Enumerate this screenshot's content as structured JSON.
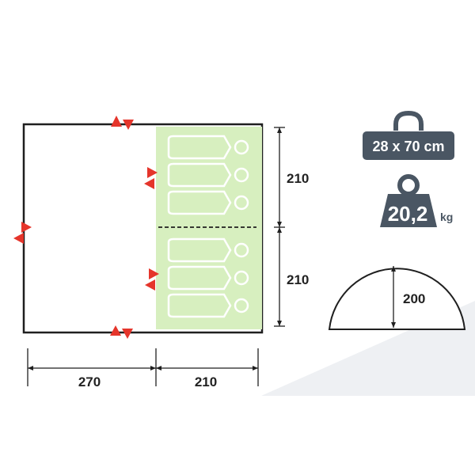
{
  "colors": {
    "outline": "#1f1f1f",
    "bedroom_fill": "#d7efbf",
    "sleeping_bag_outline": "#ffffff",
    "door_marker": "#e5352b",
    "badge_dark": "#4a5663",
    "background_accent": "#eef0f3"
  },
  "dimensions": {
    "living_width": "270",
    "bedroom_width": "210",
    "bedroom_depth_top": "210",
    "bedroom_depth_bottom": "210",
    "height": "200"
  },
  "packed_size": {
    "icon": "bag-icon",
    "label": "28 x 70 cm"
  },
  "weight": {
    "icon": "weight-icon",
    "value": "20,2",
    "unit": "kg"
  },
  "sleeping_places": {
    "per_bedroom": 3,
    "bedrooms": 2
  }
}
